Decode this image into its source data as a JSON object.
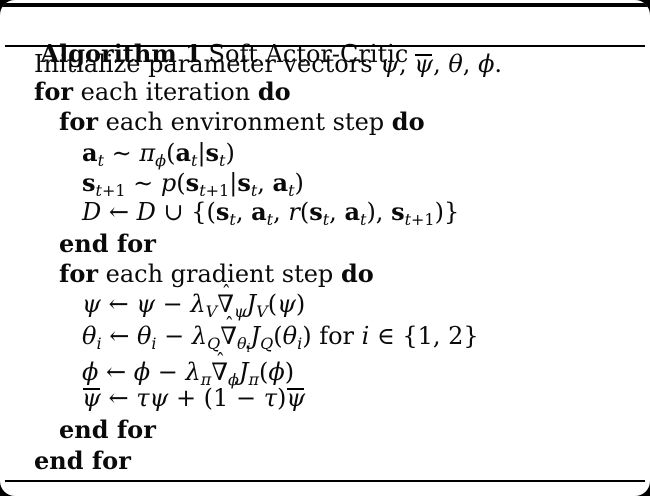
{
  "header": {
    "label": "Algorithm 1",
    "title": "Soft Actor-Critic"
  },
  "colors": {
    "text": "#0a0a0a",
    "card_background": "#ffffff",
    "page_background": "#000000",
    "rule": "#000000"
  },
  "algorithm": {
    "lines": [
      {
        "name": "initialize-statement",
        "tokens": [
          {
            "k": "rm",
            "t": "Initialize parameter vectors "
          },
          {
            "k": "it",
            "t": "ψ"
          },
          {
            "k": "rm",
            "t": ", "
          },
          {
            "k": "bar",
            "t": "ψ"
          },
          {
            "k": "rm",
            "t": ", "
          },
          {
            "k": "it",
            "t": "θ"
          },
          {
            "k": "rm",
            "t": ", "
          },
          {
            "k": "it",
            "t": "ϕ"
          },
          {
            "k": "rm",
            "t": "."
          }
        ]
      },
      {
        "name": "for-each-iteration",
        "tokens": [
          {
            "k": "bf",
            "t": "for"
          },
          {
            "k": "rm",
            "t": " each iteration "
          },
          {
            "k": "bf",
            "t": "do"
          }
        ]
      },
      {
        "name": "for-each-environment-step",
        "tokens": [
          {
            "k": "bf",
            "t": "for"
          },
          {
            "k": "rm",
            "t": " each environment step "
          },
          {
            "k": "bf",
            "t": "do"
          }
        ]
      },
      {
        "name": "sample-action",
        "tokens": [
          {
            "k": "mbf",
            "t": "a"
          },
          {
            "k": "sbit",
            "t": "t"
          },
          {
            "k": "op",
            "t": " ∼ "
          },
          {
            "k": "it",
            "t": "π"
          },
          {
            "k": "sbit",
            "t": "ϕ"
          },
          {
            "k": "op",
            "t": "("
          },
          {
            "k": "mbf",
            "t": "a"
          },
          {
            "k": "sbit",
            "t": "t"
          },
          {
            "k": "op",
            "t": "|"
          },
          {
            "k": "mbf",
            "t": "s"
          },
          {
            "k": "sbit",
            "t": "t"
          },
          {
            "k": "op",
            "t": ")"
          }
        ]
      },
      {
        "name": "sample-transition",
        "tokens": [
          {
            "k": "mbf",
            "t": "s"
          },
          {
            "k": "sbit",
            "t": "t"
          },
          {
            "k": "sbrm",
            "t": "+1"
          },
          {
            "k": "op",
            "t": " ∼ "
          },
          {
            "k": "it",
            "t": "p"
          },
          {
            "k": "op",
            "t": "("
          },
          {
            "k": "mbf",
            "t": "s"
          },
          {
            "k": "sbit",
            "t": "t"
          },
          {
            "k": "sbrm",
            "t": "+1"
          },
          {
            "k": "op",
            "t": "|"
          },
          {
            "k": "mbf",
            "t": "s"
          },
          {
            "k": "sbit",
            "t": "t"
          },
          {
            "k": "op",
            "t": ", "
          },
          {
            "k": "mbf",
            "t": "a"
          },
          {
            "k": "sbit",
            "t": "t"
          },
          {
            "k": "op",
            "t": ")"
          }
        ]
      },
      {
        "name": "replay-buffer-update",
        "tokens": [
          {
            "k": "cal",
            "t": "D"
          },
          {
            "k": "op",
            "t": " ← "
          },
          {
            "k": "cal",
            "t": "D"
          },
          {
            "k": "op",
            "t": " ∪ {("
          },
          {
            "k": "mbf",
            "t": "s"
          },
          {
            "k": "sbit",
            "t": "t"
          },
          {
            "k": "op",
            "t": ", "
          },
          {
            "k": "mbf",
            "t": "a"
          },
          {
            "k": "sbit",
            "t": "t"
          },
          {
            "k": "op",
            "t": ", "
          },
          {
            "k": "it",
            "t": "r"
          },
          {
            "k": "op",
            "t": "("
          },
          {
            "k": "mbf",
            "t": "s"
          },
          {
            "k": "sbit",
            "t": "t"
          },
          {
            "k": "op",
            "t": ", "
          },
          {
            "k": "mbf",
            "t": "a"
          },
          {
            "k": "sbit",
            "t": "t"
          },
          {
            "k": "op",
            "t": "), "
          },
          {
            "k": "mbf",
            "t": "s"
          },
          {
            "k": "sbit",
            "t": "t"
          },
          {
            "k": "sbrm",
            "t": "+1"
          },
          {
            "k": "op",
            "t": ")}"
          }
        ]
      },
      {
        "name": "end-for-environment",
        "tokens": [
          {
            "k": "bf",
            "t": "end for"
          }
        ]
      },
      {
        "name": "for-each-gradient-step",
        "tokens": [
          {
            "k": "bf",
            "t": "for"
          },
          {
            "k": "rm",
            "t": " each gradient step "
          },
          {
            "k": "bf",
            "t": "do"
          }
        ]
      },
      {
        "name": "psi-update",
        "tokens": [
          {
            "k": "it",
            "t": "ψ"
          },
          {
            "k": "op",
            "t": " ← "
          },
          {
            "k": "it",
            "t": "ψ"
          },
          {
            "k": "op",
            "t": " − "
          },
          {
            "k": "it",
            "t": "λ"
          },
          {
            "k": "sbit",
            "t": "V"
          },
          {
            "k": "hat",
            "t": "∇",
            "hat": "ˆ"
          },
          {
            "k": "sbit",
            "t": "ψ"
          },
          {
            "k": "it",
            "t": "J"
          },
          {
            "k": "sbit",
            "t": "V"
          },
          {
            "k": "op",
            "t": "("
          },
          {
            "k": "it",
            "t": "ψ"
          },
          {
            "k": "op",
            "t": ")"
          }
        ]
      },
      {
        "name": "theta-update",
        "tokens": [
          {
            "k": "it",
            "t": "θ"
          },
          {
            "k": "sbit",
            "t": "i"
          },
          {
            "k": "op",
            "t": " ← "
          },
          {
            "k": "it",
            "t": "θ"
          },
          {
            "k": "sbit",
            "t": "i"
          },
          {
            "k": "op",
            "t": " − "
          },
          {
            "k": "it",
            "t": "λ"
          },
          {
            "k": "sbit",
            "t": "Q"
          },
          {
            "k": "hat",
            "t": "∇",
            "hat": "ˆ"
          },
          {
            "k": "sbit",
            "t": "θ"
          },
          {
            "k": "ssit",
            "t": "i"
          },
          {
            "k": "it",
            "t": "J"
          },
          {
            "k": "sbit",
            "t": "Q"
          },
          {
            "k": "op",
            "t": "("
          },
          {
            "k": "it",
            "t": "θ"
          },
          {
            "k": "sbit",
            "t": "i"
          },
          {
            "k": "op",
            "t": ") "
          },
          {
            "k": "rm",
            "t": "for "
          },
          {
            "k": "it",
            "t": "i"
          },
          {
            "k": "op",
            "t": " ∈ {1, 2}"
          }
        ]
      },
      {
        "name": "phi-update",
        "tokens": [
          {
            "k": "it",
            "t": "ϕ"
          },
          {
            "k": "op",
            "t": " ← "
          },
          {
            "k": "it",
            "t": "ϕ"
          },
          {
            "k": "op",
            "t": " − "
          },
          {
            "k": "it",
            "t": "λ"
          },
          {
            "k": "sbit",
            "t": "π"
          },
          {
            "k": "hat",
            "t": "∇",
            "hat": "ˆ"
          },
          {
            "k": "sbit",
            "t": "ϕ"
          },
          {
            "k": "it",
            "t": "J"
          },
          {
            "k": "sbit",
            "t": "π"
          },
          {
            "k": "op",
            "t": "("
          },
          {
            "k": "it",
            "t": "ϕ"
          },
          {
            "k": "op",
            "t": ")"
          }
        ]
      },
      {
        "name": "psi-bar-update",
        "tokens": [
          {
            "k": "bar",
            "t": "ψ"
          },
          {
            "k": "op",
            "t": " ← "
          },
          {
            "k": "it",
            "t": "τ"
          },
          {
            "k": "it",
            "t": "ψ"
          },
          {
            "k": "op",
            "t": " + (1 − "
          },
          {
            "k": "it",
            "t": "τ"
          },
          {
            "k": "op",
            "t": ")"
          },
          {
            "k": "bar",
            "t": "ψ"
          }
        ]
      },
      {
        "name": "end-for-gradient",
        "tokens": [
          {
            "k": "bf",
            "t": "end for"
          }
        ]
      },
      {
        "name": "end-for-iteration",
        "tokens": [
          {
            "k": "bf",
            "t": "end for"
          }
        ]
      }
    ]
  }
}
